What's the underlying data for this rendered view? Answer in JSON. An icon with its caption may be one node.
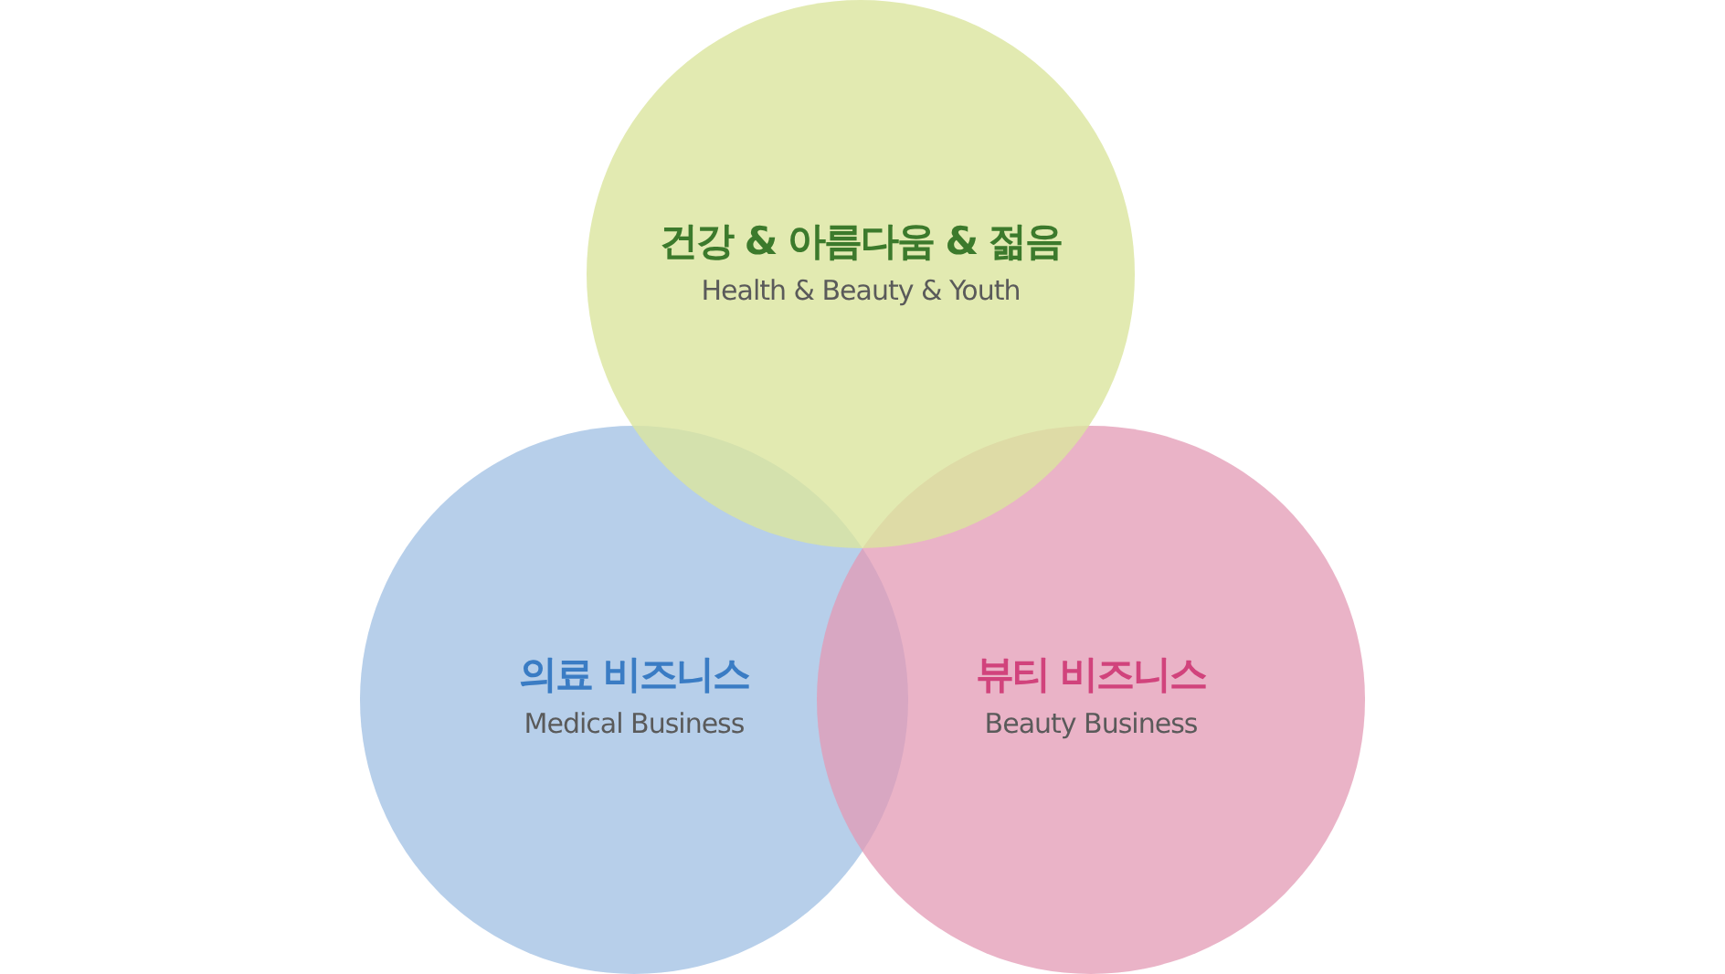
{
  "diagram": {
    "nodes": [
      {
        "text": [
          "건강 & 아름다움 & 젊음",
          "Health & Beauty & Youth"
        ]
      },
      {
        "text": [
          "의료 비즈니스",
          "Medical Business"
        ]
      },
      {
        "text": [
          "뷰티 비즈니스",
          "Beauty Business"
        ]
      }
    ]
  }
}
